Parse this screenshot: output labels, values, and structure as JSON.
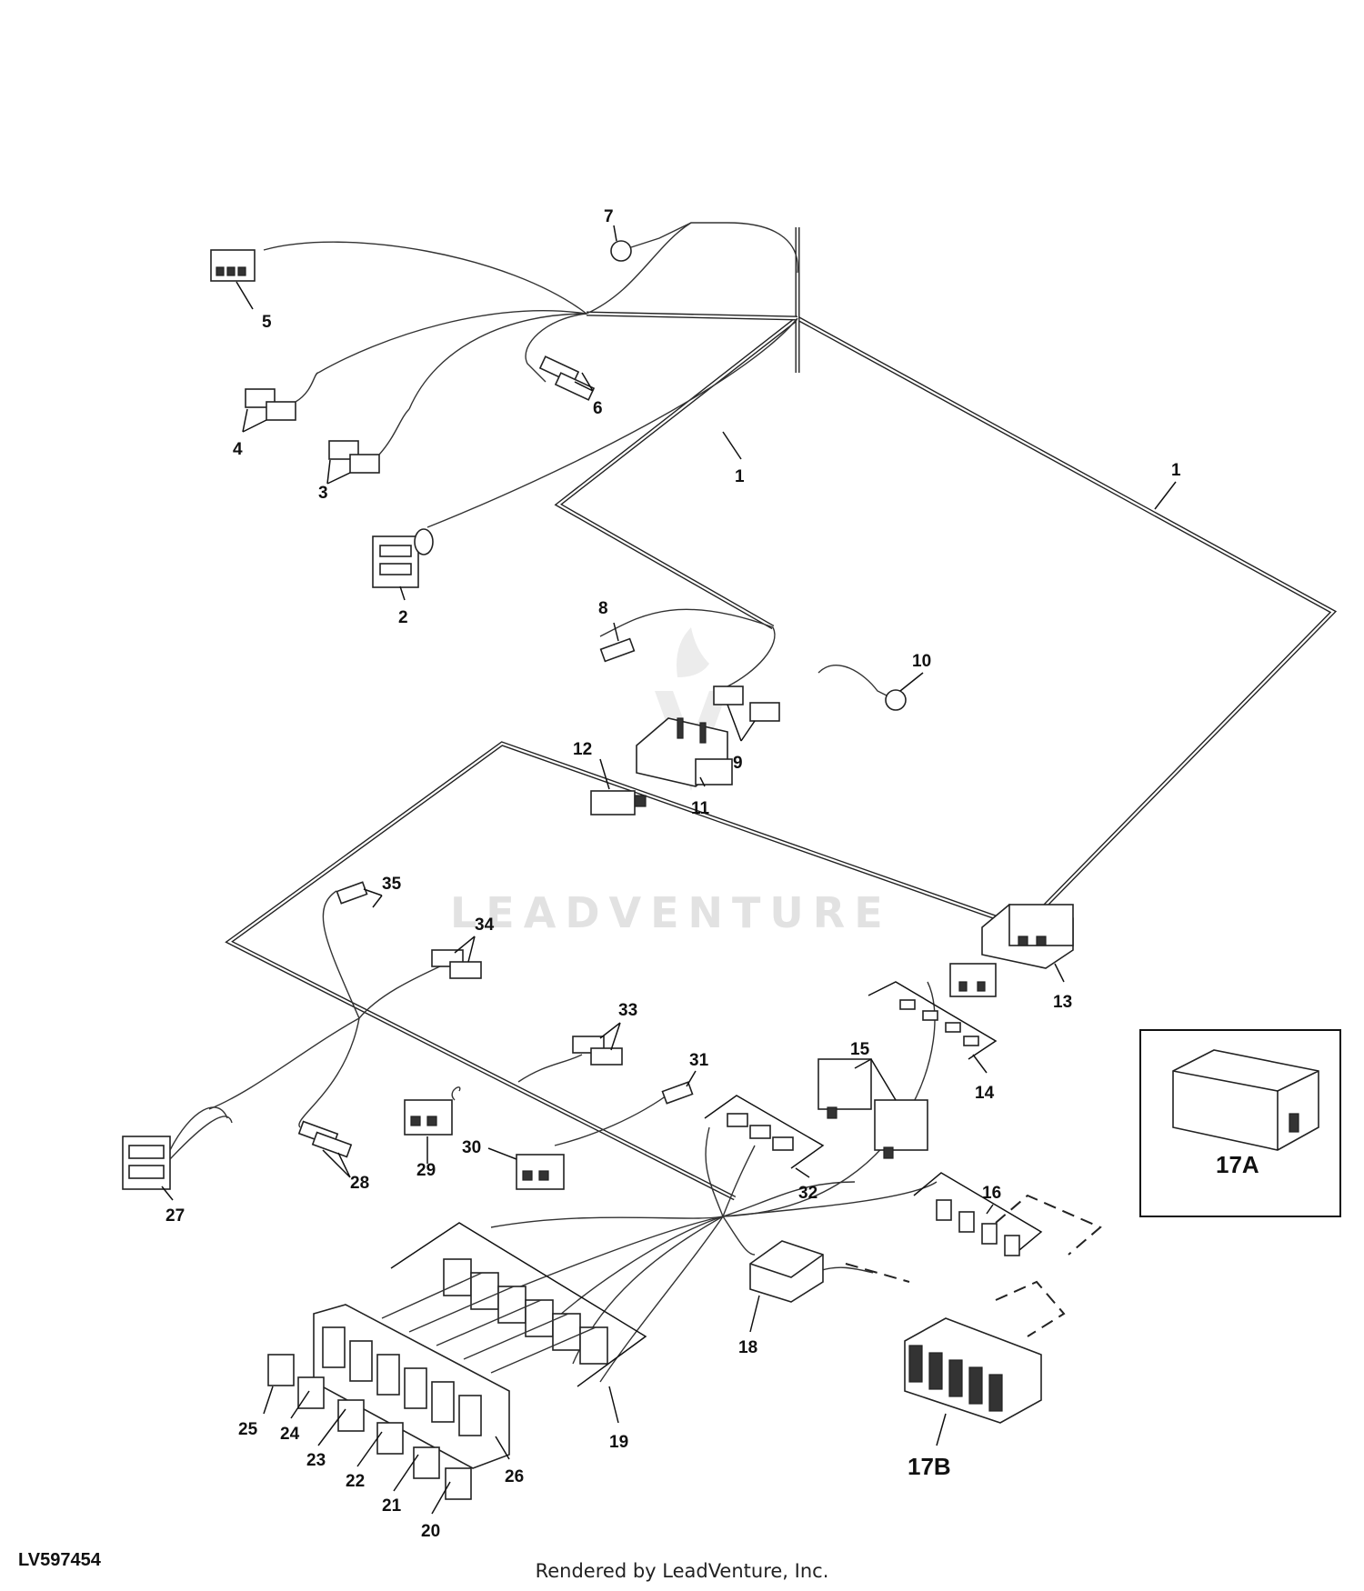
{
  "callouts": {
    "c1a": "1",
    "c1b": "1",
    "c2": "2",
    "c3": "3",
    "c4": "4",
    "c5": "5",
    "c6": "6",
    "c7": "7",
    "c8": "8",
    "c9": "9",
    "c10": "10",
    "c11": "11",
    "c12": "12",
    "c13": "13",
    "c14": "14",
    "c15": "15",
    "c16": "16",
    "c17a": "17A",
    "c17b": "17B",
    "c18": "18",
    "c19": "19",
    "c20": "20",
    "c21": "21",
    "c22": "22",
    "c23": "23",
    "c24": "24",
    "c25": "25",
    "c26": "26",
    "c27": "27",
    "c28": "28",
    "c29": "29",
    "c30": "30",
    "c31": "31",
    "c32": "32",
    "c33": "33",
    "c34": "34",
    "c35": "35"
  },
  "watermark": "LEADVENTURE",
  "figure_id": "LV597454",
  "render_credit": "Rendered by LeadVenture, Inc."
}
